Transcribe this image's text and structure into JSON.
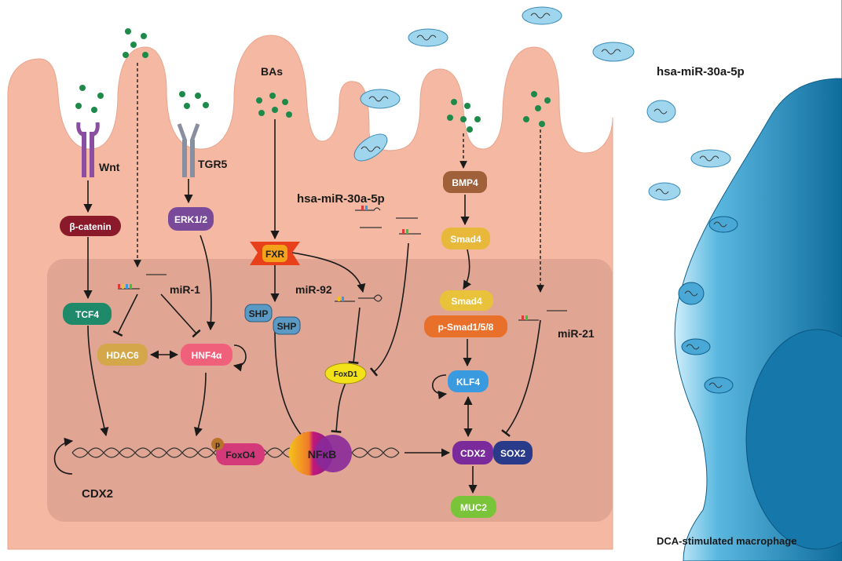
{
  "labels": {
    "bas": "BAs",
    "mirna_top": "hsa-miR-30a-5p",
    "mirna_mid": "hsa-miR-30a-5p",
    "mir1": "miR-1",
    "mir92": "miR-92",
    "mir21": "miR-21",
    "cdx2_dna": "CDX2",
    "macrophage": "DCA-stimulated macrophage",
    "phospho": "p"
  },
  "nodes": {
    "wnt": "Wnt",
    "tgr5": "TGR5",
    "beta_catenin": "β-catenin",
    "erk": "ERK1/2",
    "fxr": "FXR",
    "tcf4": "TCF4",
    "hdac6": "HDAC6",
    "hnf4a": "HNF4α",
    "shp1": "SHP",
    "shp2": "SHP",
    "foxd1": "FoxD1",
    "foxo4": "FoxO4",
    "nfkb": "NFκB",
    "bmp4": "BMP4",
    "smad4_a": "Smad4",
    "smad4_b": "Smad4",
    "psmad": "p-Smad1/5/8",
    "klf4": "KLF4",
    "cdx2": "CDX2",
    "sox2": "SOX2",
    "muc2": "MUC2"
  },
  "colors": {
    "cell": "#f5b8a2",
    "nucleus": "#d9a08e",
    "macrophage": "#1e8fc4",
    "green_dot": "#1e8a4a"
  }
}
